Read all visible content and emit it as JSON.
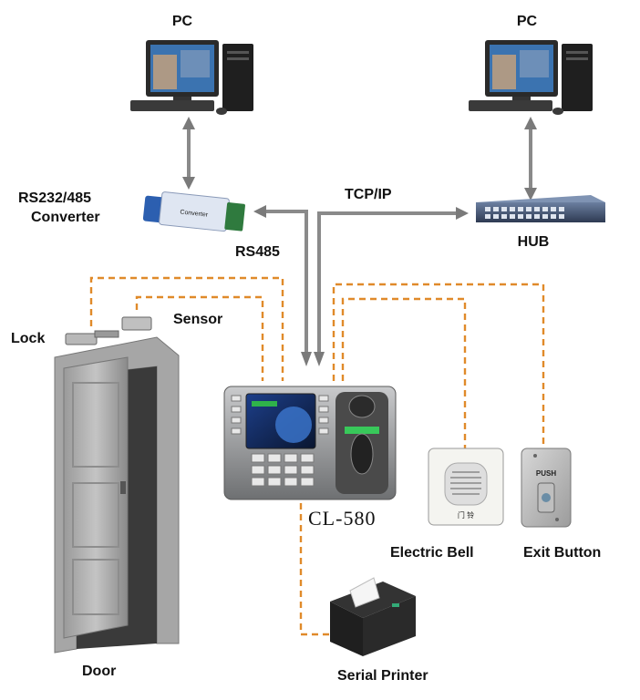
{
  "labels": {
    "pc_left": "PC",
    "pc_right": "PC",
    "converter_line1": "RS232/485",
    "converter_line2": "Converter",
    "tcpip": "TCP/IP",
    "hub": "HUB",
    "rs485": "RS485",
    "sensor": "Sensor",
    "lock": "Lock",
    "door": "Door",
    "device_model": "CL-580",
    "electric_bell": "Electric Bell",
    "exit_button": "Exit Button",
    "serial_printer": "Serial Printer"
  },
  "device_text": {
    "converter_face": "Converter",
    "exit_push": "PUSH",
    "bell_text": "门 铃"
  },
  "colors": {
    "wired_signal": "#e08a2a",
    "network_line": "#8a8a8a",
    "arrow": "#7a7a7a"
  }
}
